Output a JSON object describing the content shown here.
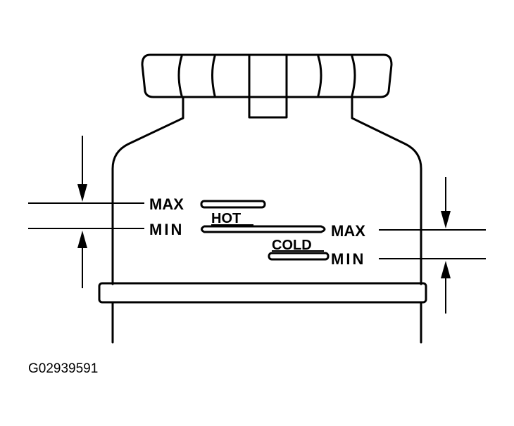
{
  "labels": {
    "hot_max": "MAX",
    "hot_min": "MIN",
    "hot": "HOT",
    "cold": "COLD",
    "cold_max": "MAX",
    "cold_min": "MIN"
  },
  "figure_id": "G02939591"
}
